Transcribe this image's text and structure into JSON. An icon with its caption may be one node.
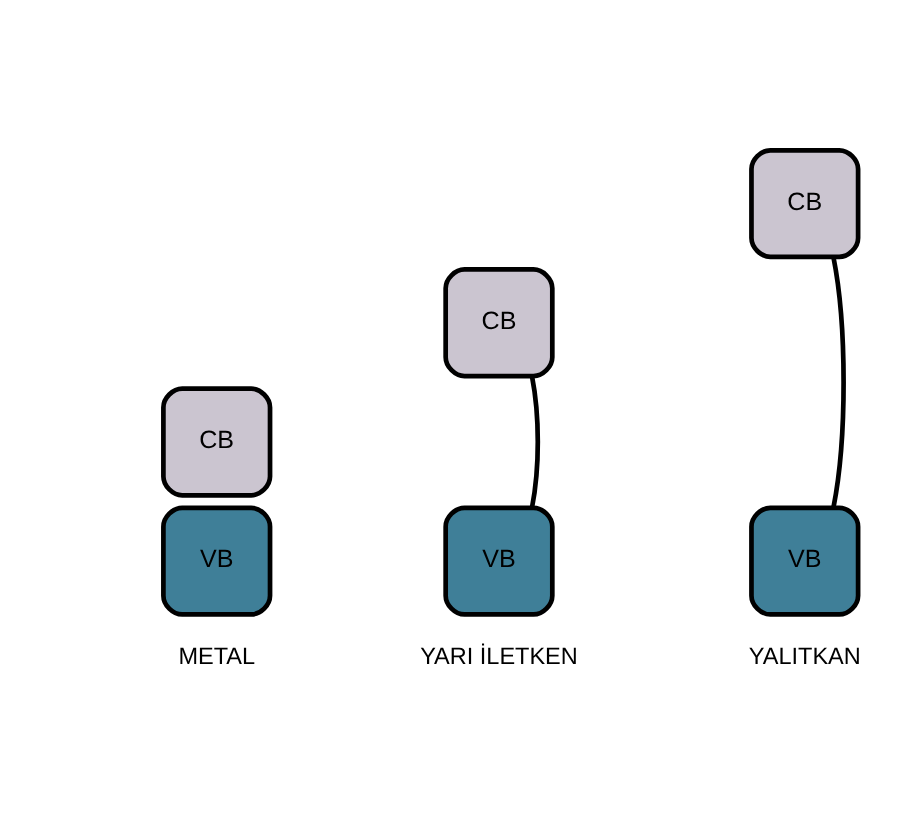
{
  "diagram": {
    "nodes": [
      {
        "text": [
          "CB"
        ]
      },
      {
        "text": [
          "VB"
        ]
      },
      {
        "text": [
          "CB"
        ]
      },
      {
        "text": [
          "VB"
        ]
      },
      {
        "text": [
          "CB"
        ]
      },
      {
        "text": [
          "VB"
        ]
      }
    ],
    "edges": [
      {
        "from": 2,
        "to": 3,
        "arrow": "none"
      },
      {
        "from": 4,
        "to": 5,
        "arrow": "none"
      }
    ],
    "labels": [
      "METAL",
      "YARI İLETKEN",
      "YALITKAN"
    ]
  }
}
